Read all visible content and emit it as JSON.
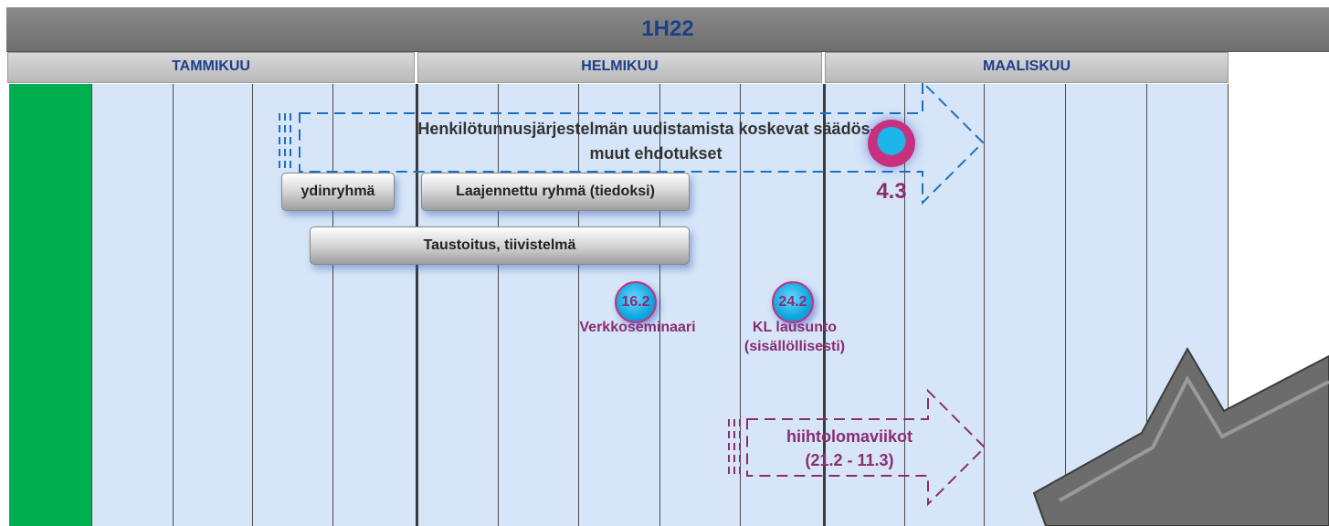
{
  "header": {
    "period": "1H22"
  },
  "months": [
    "TAMMIKUU",
    "HELMIKUU",
    "MAALISKUU"
  ],
  "main_task": {
    "line1": "Henkilötunnusjärjestelmän uudistamista koskevat säädös- ja",
    "line2": "muut ehdotukset",
    "milestone": "4.3"
  },
  "tasks": {
    "core_group": "ydinryhmä",
    "extended_group": "Laajennettu ryhmä (tiedoksi)",
    "background": "Taustoitus, tiivistelmä"
  },
  "milestones": [
    {
      "date": "16.2",
      "caption_line1": "Verkkoseminaari",
      "caption_line2": ""
    },
    {
      "date": "24.2",
      "caption_line1": "KL lausunto",
      "caption_line2": "(sisällöllisesti)"
    }
  ],
  "holiday": {
    "line1": "hiihtolomaviikot",
    "line2": "(21.2 - 11.3)"
  },
  "colors": {
    "header_text": "#1b3f8b",
    "green_column": "#00b050",
    "grid_fill": "#d6e6f8",
    "milestone_accent": "#c6307e",
    "caption_text": "#8a2c70",
    "main_arrow": "#1f6fbf",
    "holiday_arrow": "#8a2c70"
  }
}
